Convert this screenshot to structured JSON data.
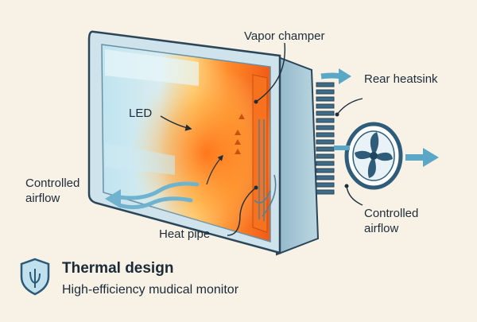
{
  "labels": {
    "vapor_chamber": "Vapor champer",
    "rear_heatsink": "Rear heatsink",
    "led": "LED",
    "controlled_airflow_left": "Controlled airflow",
    "controlled_airflow_right": "Controlled airflow",
    "heat_pipe": "Heat pipe"
  },
  "footer": {
    "title": "Thermal design",
    "subtitle": "High-efficiency mudical monitor"
  },
  "icons": {
    "badge": "shield-icon",
    "fan": "fan-icon"
  },
  "colors": {
    "background": "#f7f1e6",
    "frame": "#a9c6d6",
    "hot": "#f26a1b",
    "warm": "#ffc04d",
    "cool": "#9fd4e6",
    "airflow": "#5aa7c7",
    "heatsink": "#3e6b87",
    "fan": "#2f5d79",
    "ink": "#1e2c3a"
  }
}
